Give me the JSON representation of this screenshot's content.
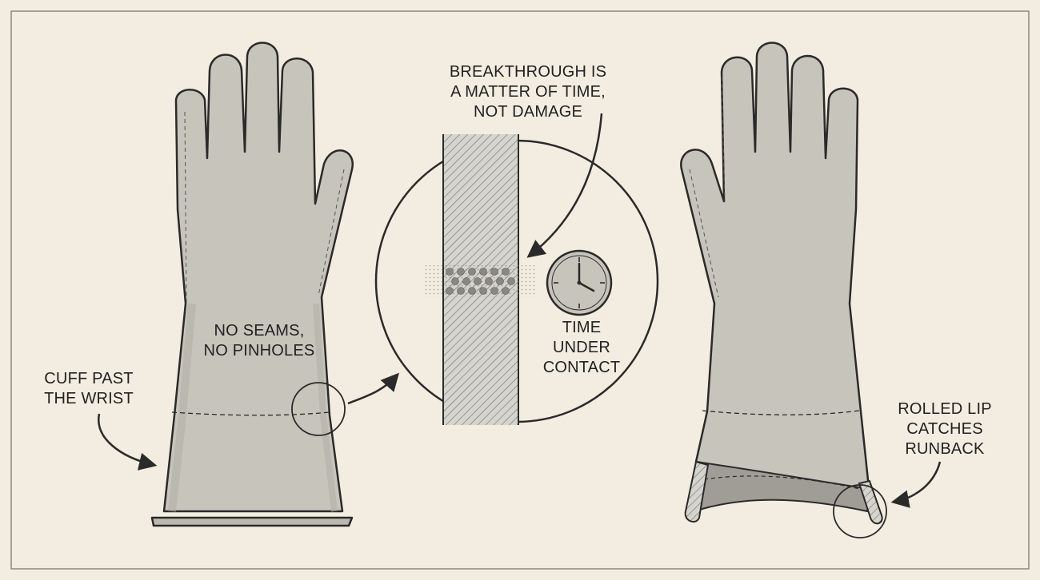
{
  "colors": {
    "background": "#f3ede1",
    "glove_fill": "#c7c4bc",
    "glove_shade": "#b3b0a8",
    "glove_inner": "#a09d96",
    "ink": "#2a2a2a",
    "film_fill": "#d2d0ca",
    "droplet": "#8a8884"
  },
  "icons": [
    "clock-icon",
    "callout-arrow-icon"
  ],
  "labels": {
    "breakthrough": [
      "BREAKTHROUGH IS",
      "A MATTER OF TIME,",
      "NOT DAMAGE"
    ],
    "seams": [
      "NO SEAMS,",
      "NO PINHOLES"
    ],
    "time_contact": [
      "TIME",
      "UNDER",
      "CONTACT"
    ],
    "cuff": [
      "CUFF PAST",
      "THE WRIST"
    ],
    "rolled_lip": [
      "ROLLED LIP",
      "CATCHES",
      "RUNBACK"
    ]
  }
}
